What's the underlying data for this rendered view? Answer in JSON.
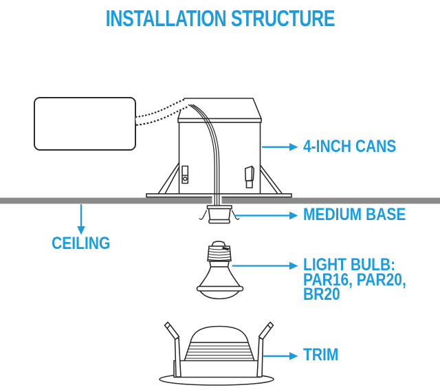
{
  "title": "INSTALLATION STRUCTURE",
  "colors": {
    "accent": "#1b9cde",
    "line": "#2b2b2b",
    "ceiling_gray": "#8a8a8a",
    "background": "#ffffff"
  },
  "labels": {
    "cans": "4-INCH CANS",
    "medium_base": "MEDIUM BASE",
    "light_bulb_lines": [
      "LIGHT BULB:",
      "PAR16, PAR20,",
      "BR20"
    ],
    "trim": "TRIM",
    "ceiling": "CEILING"
  }
}
